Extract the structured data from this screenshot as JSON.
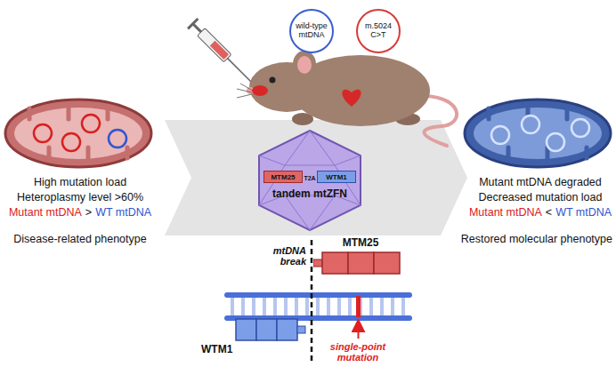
{
  "diagram": {
    "nodes": [
      {
        "text": [
          "wild-type mtDNA"
        ]
      },
      {
        "text": [
          "m.5024 C>T"
        ]
      },
      {
        "text": [
          "tandem mtZFN"
        ]
      },
      {
        "text": [
          "MTM25"
        ],
        "in": 2
      },
      {
        "text": [
          "WTM1"
        ],
        "in": 2
      },
      {
        "text": [
          "MTM25"
        ]
      },
      {
        "text": [
          "WTM1"
        ]
      }
    ],
    "labels": [
      "High mutation load",
      "Heteroplasmy level >60%",
      "Mutant mtDNA",
      ">",
      "WT mtDNA",
      "Disease-related phenotype",
      "T2A",
      "mtDNA break",
      "single-point mutation",
      "Mutant mtDNA degraded",
      "Decreased mutation load",
      "Mutant mtDNA",
      "<",
      "WT mtDNA",
      "Restored molecular phenotype"
    ]
  }
}
